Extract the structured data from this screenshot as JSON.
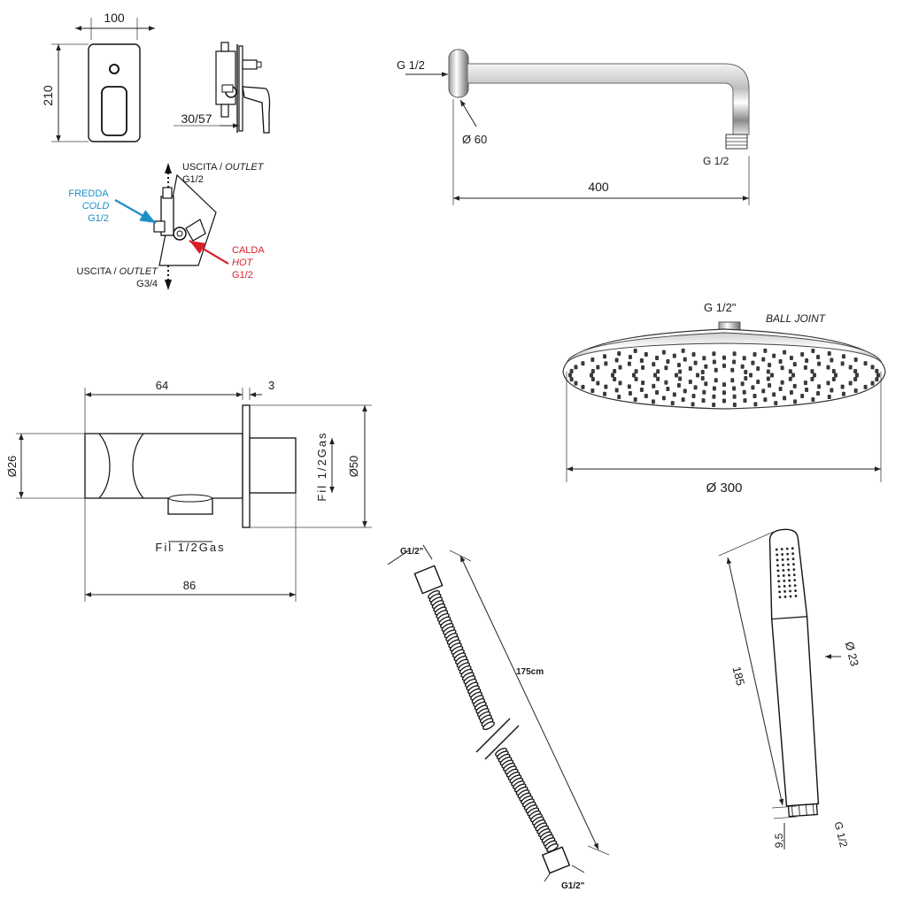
{
  "colors": {
    "cold": "#1c8fc7",
    "hot": "#d8202a",
    "line": "#222222"
  },
  "mixer_plate": {
    "width": "100",
    "height": "210",
    "depth": "30/57"
  },
  "diverter": {
    "outlet_top_label": "USCITA /",
    "outlet_top_label_en": "OUTLET",
    "outlet_top_size": "G1/2",
    "cold_label": "FREDDA",
    "cold_label_en": "COLD",
    "cold_size": "G1/2",
    "hot_label": "CALDA",
    "hot_label_en": "HOT",
    "hot_size": "G1/2",
    "outlet_bottom_label": "USCITA /",
    "outlet_bottom_label_en": "OUTLET",
    "outlet_bottom_size": "G3/4"
  },
  "shower_arm": {
    "inlet": "G 1/2",
    "flange_diameter": "Ø 60",
    "outlet": "G 1/2",
    "length": "400"
  },
  "shower_head": {
    "connection": "G 1/2\"",
    "joint": "BALL JOINT",
    "diameter": "Ø 300"
  },
  "wall_outlet": {
    "length_a": "64",
    "length_b": "3",
    "total_length": "86",
    "body_diameter": "Ø26",
    "flange_diameter": "Ø50",
    "thread_side": "Fil 1/2Gas",
    "thread_bottom": "Fil 1/2Gas"
  },
  "hose": {
    "top_connector": "G1/2\"",
    "length": "175cm",
    "bottom_connector": "G1/2\""
  },
  "hand_shower": {
    "length": "185",
    "diameter": "Ø 23",
    "thread_length": "9,5",
    "thread": "G 1/2"
  }
}
